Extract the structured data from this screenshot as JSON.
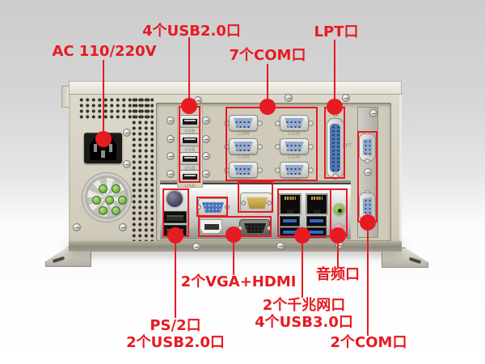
{
  "annotations": {
    "ac": "AC 110/220V",
    "usb2_top": "4个USB2.0口",
    "com7": "7个COM口",
    "lpt": "LPT口",
    "vga_hdmi": "2个VGA+HDMI",
    "audio": "音频口",
    "ps2_line1": "PS/2口",
    "ps2_line2": "2个USB2.0口",
    "lan_line1": "2个千兆网口",
    "lan_line2": "4个USB3.0口",
    "com2": "2个COM口"
  },
  "port_prints": {
    "usb": "USB",
    "com": "COM",
    "lpt": "LPT"
  },
  "colors": {
    "annotation_red": "#e71a22",
    "chassis_beige": "#d6d1c2",
    "recess_beige": "#cfcaba",
    "connector_blue": "#93abcd",
    "vga_blue": "#4d74b8",
    "usb3_blue": "#2e68c8",
    "audio_green": "#76a93e",
    "audio_pink": "#d687a0",
    "fan_green": "#72b23e"
  }
}
